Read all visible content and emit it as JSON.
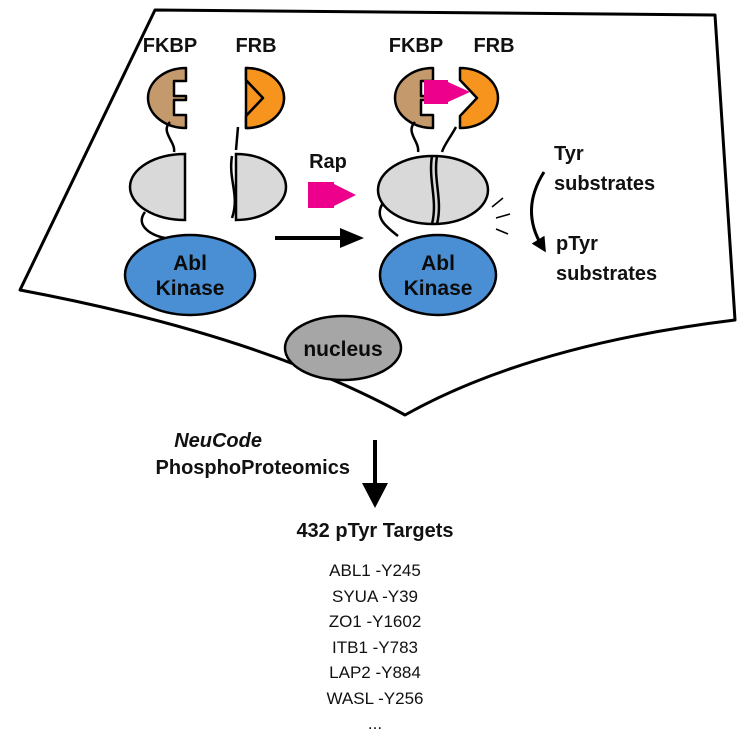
{
  "labels": {
    "fkbp_left": "FKBP",
    "frb_left": "FRB",
    "fkbp_right": "FKBP",
    "frb_right": "FRB",
    "rap": "Rap",
    "kinase_left_line1": "Abl",
    "kinase_left_line2": "Kinase",
    "kinase_right_line1": "Abl",
    "kinase_right_line2": "Kinase",
    "nucleus": "nucleus",
    "tyr_line1": "Tyr",
    "tyr_line2": "substrates",
    "ptyr_line1": "pTyr",
    "ptyr_line2": "substrates",
    "method_line1": "NeuCode",
    "method_line2": "PhosphoProteomics"
  },
  "targets": {
    "title": "432 pTyr Targets",
    "items": [
      "ABL1 -Y245",
      "SYUA -Y39",
      "ZO1 -Y1602",
      "ITB1 -Y783",
      "LAP2 -Y884",
      "WASL -Y256"
    ],
    "ellipsis": "..."
  },
  "colors": {
    "fkbp": "#c49a6c",
    "frb": "#f7941d",
    "rapamycin": "#ec008c",
    "kinase": "#4a8fd4",
    "domain": "#d9d9d9",
    "nucleus": "#a6a6a6",
    "outline": "#000000"
  },
  "icons": {
    "rapamycin": "magenta-arrow-icon",
    "reaction": "black-arrow-icon"
  }
}
